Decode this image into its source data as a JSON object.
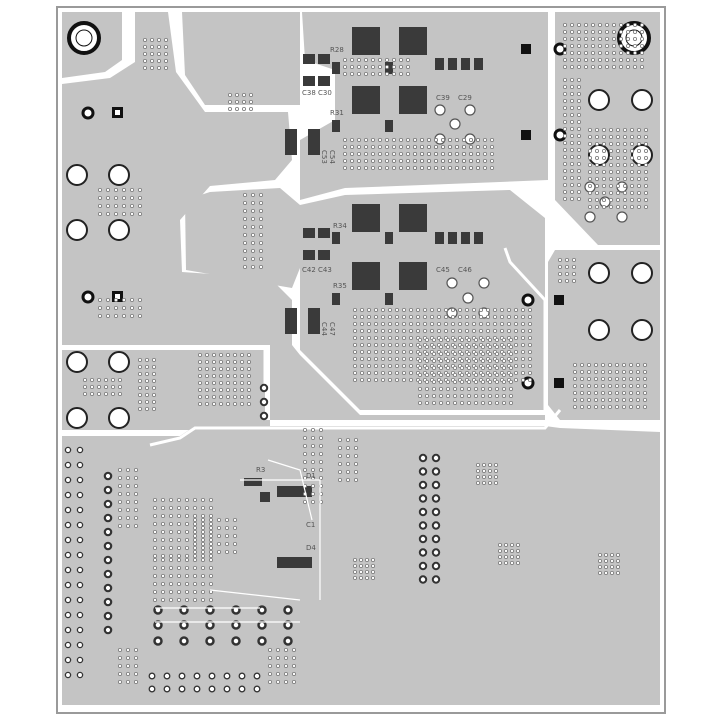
{
  "colors": {
    "background": "#ffffff",
    "board_outline": "#9a9a9a",
    "copper_pour": "#c4c4c4",
    "clearance": "#ffffff",
    "pad_dark": "#3a3a3a",
    "via": "#8a8a8a",
    "silk_text": "#555555"
  },
  "labels": {
    "r28": "R28",
    "r31": "R31",
    "r34": "R34",
    "r35": "R35",
    "c38": "C38",
    "c39": "C39",
    "c30": "C30",
    "c29": "C29",
    "c42": "C42",
    "c43": "C43",
    "c45": "C45",
    "c46": "C46",
    "c53": "C53",
    "c54": "C54",
    "c44": "C44",
    "c47": "C47",
    "r3": "R3",
    "d1": "D1",
    "d4": "D4",
    "c1": "C1"
  },
  "icons": {
    "mounting_hole": "mounting-hole-icon",
    "through_hole_pad": "through-hole-pad-icon",
    "square_pad": "square-pad-icon"
  }
}
